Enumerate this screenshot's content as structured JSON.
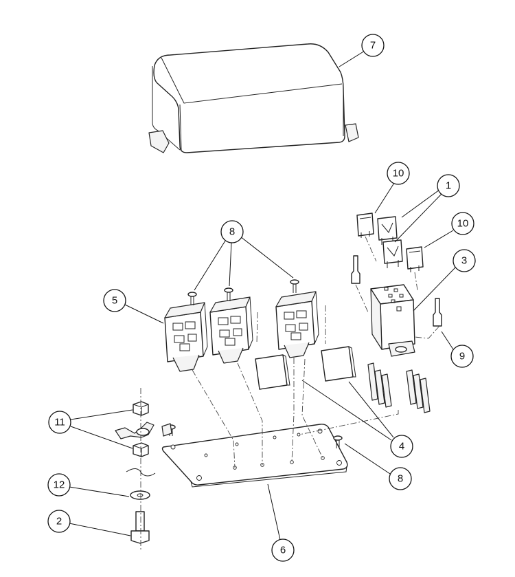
{
  "callouts": [
    {
      "id": "c7",
      "label": "7"
    },
    {
      "id": "c10a",
      "label": "10"
    },
    {
      "id": "c1",
      "label": "1"
    },
    {
      "id": "c10b",
      "label": "10"
    },
    {
      "id": "c3",
      "label": "3"
    },
    {
      "id": "c9",
      "label": "9"
    },
    {
      "id": "c8a",
      "label": "8"
    },
    {
      "id": "c5",
      "label": "5"
    },
    {
      "id": "c11",
      "label": "11"
    },
    {
      "id": "c4",
      "label": "4"
    },
    {
      "id": "c8b",
      "label": "8"
    },
    {
      "id": "c12",
      "label": "12"
    },
    {
      "id": "c2",
      "label": "2"
    },
    {
      "id": "c6",
      "label": "6"
    }
  ]
}
